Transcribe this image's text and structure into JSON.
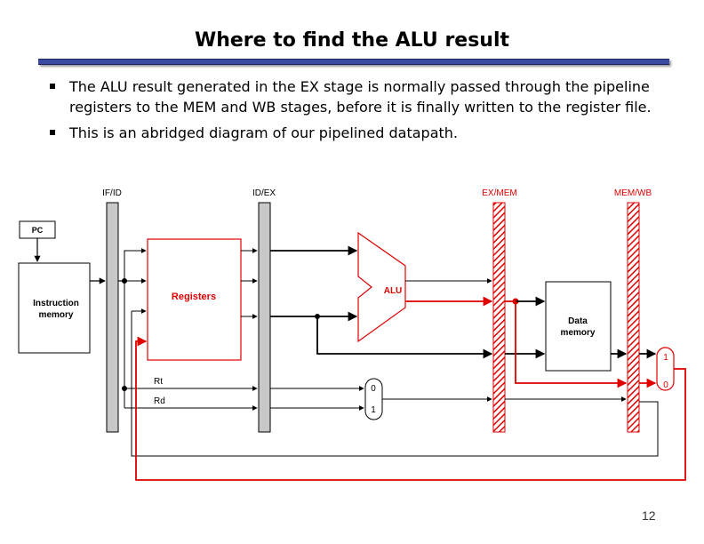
{
  "slide": {
    "title": "Where to find the ALU result",
    "bullets": [
      "The ALU result generated in the EX stage is normally passed through the pipeline registers to the MEM and WB stages, before it is finally written to the register file.",
      "This is an abridged diagram of our pipelined datapath."
    ],
    "page_number": "12"
  },
  "diagram": {
    "stage_labels": {
      "if_id": "IF/ID",
      "id_ex": "ID/EX",
      "ex_mem": "EX/MEM",
      "mem_wb": "MEM/WB"
    },
    "blocks": {
      "pc": "PC",
      "instruction_memory": "Instruction memory",
      "registers": "Registers",
      "alu": "ALU",
      "data_memory": "Data memory"
    },
    "wire_labels": {
      "rt": "Rt",
      "rd": "Rd"
    },
    "mux_dest": {
      "top": "0",
      "bottom": "1"
    },
    "mux_wb": {
      "top": "1",
      "bottom": "0"
    },
    "colors": {
      "highlight": "#e00000",
      "wire": "#000000",
      "pipe_register": "#c8c8c8",
      "title_bar": "#3b4aa2"
    }
  }
}
